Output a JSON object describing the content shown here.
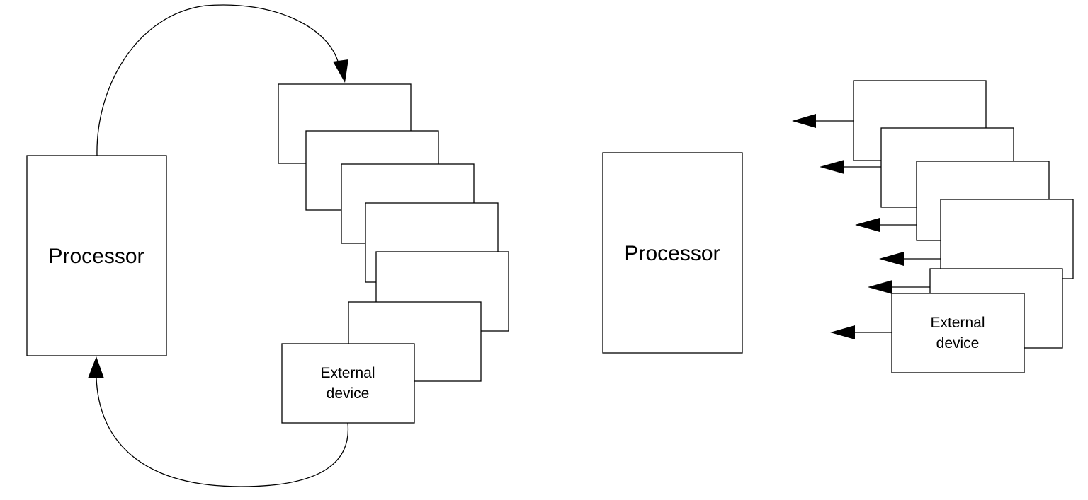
{
  "left_panel": {
    "processor_label": "Processor",
    "device_label_line1": "External",
    "device_label_line2": "device"
  },
  "right_panel": {
    "processor_label": "Processor",
    "device_label_line1": "External",
    "device_label_line2": "device"
  },
  "colors": {
    "stroke": "#000000",
    "fill": "#ffffff"
  },
  "icons": [
    "arrowhead-icon"
  ]
}
